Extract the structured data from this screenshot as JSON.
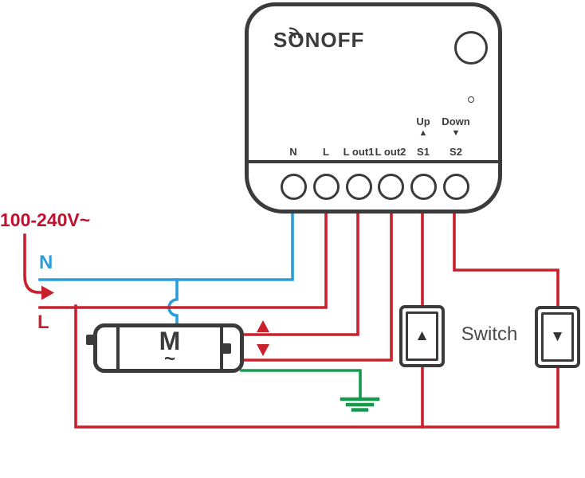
{
  "colors": {
    "live": "#c9202d",
    "neutral": "#2b9dd8",
    "ground": "#169a4e",
    "outline": "#3b3b3b",
    "label_dark": "#4a4a4a"
  },
  "supply": {
    "voltage": "100-240V~",
    "neutral_label": "N",
    "live_label": "L"
  },
  "device": {
    "brand": "SONOFF",
    "s1_function": "Up",
    "s2_function": "Down",
    "up_arrow": "▲",
    "down_arrow": "▼",
    "terminals": [
      "N",
      "L",
      "L out1",
      "L out2",
      "S1",
      "S2"
    ]
  },
  "motor": {
    "label": "M",
    "ac_symbol": "~"
  },
  "switches": {
    "label": "Switch",
    "up_icon": "▲",
    "down_icon": "▼"
  }
}
